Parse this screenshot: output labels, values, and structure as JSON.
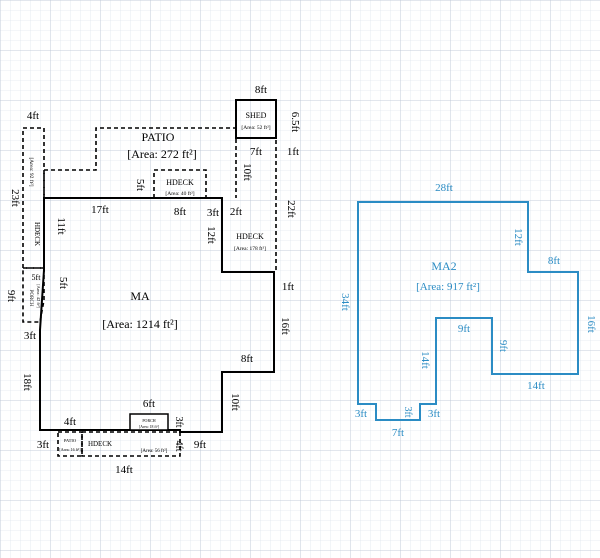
{
  "colors": {
    "grid_minor": "#d6dde8",
    "grid_major": "#b8c3d3",
    "wall": "#000000",
    "ma2": "#2b8cc4"
  },
  "rooms": {
    "ma": {
      "name": "MA",
      "area": "[Area: 1214 ft²]"
    },
    "patio": {
      "name": "PATIO",
      "area": "[Area: 272 ft²]"
    },
    "shed": {
      "name": "SHED",
      "area": "[Area: 52 ft²]"
    },
    "hdeck_top": {
      "name": "HDECK",
      "area": "[Area: 40 ft²]"
    },
    "hdeck_right": {
      "name": "HDECK",
      "area": "[Area: 178 ft²]"
    },
    "hdeck_left": {
      "name": "HDECK",
      "area": "[Area: 92 ft²]"
    },
    "porch": {
      "name": "PORCH",
      "area": "[Area: 42 ft²]"
    },
    "patio_small": {
      "name": "PATIO",
      "area": "[Area: 16 ft²]"
    },
    "hdeck_bottom": {
      "name": "HDECK",
      "area": "[Area: 56 ft²]"
    },
    "porch_bottom": {
      "name": "PORCH",
      "area": "[Area: 18 ft²]"
    },
    "ma2": {
      "name": "MA2",
      "area": "[Area: 917 ft²]"
    }
  },
  "dims_left": {
    "d_8ft_shed": "8ft",
    "d_6_5ft": "6.5ft",
    "d_7ft": "7ft",
    "d_1ft_a": "1ft",
    "d_10ft_a": "10ft",
    "d_4ft_top": "4ft",
    "d_23ft": "23ft",
    "d_5ft_a": "5ft",
    "d_17ft": "17ft",
    "d_8ft_mid": "8ft",
    "d_3ft_a": "3ft",
    "d_2ft": "2ft",
    "d_22ft": "22ft",
    "d_11ft": "11ft",
    "d_12ft_a": "12ft",
    "d_5ft_b": "5ft",
    "d_5ft_c": "5ft",
    "d_9ft_a": "9ft",
    "d_1ft_b": "1ft",
    "d_3ft_b": "3ft",
    "d_16ft_a": "16ft",
    "d_18ft": "18ft",
    "d_8ft_low": "8ft",
    "d_10ft_b": "10ft",
    "d_6ft": "6ft",
    "d_4ft_bot": "4ft",
    "d_3ft_c": "3ft",
    "d_3ft_d": "3ft",
    "d_4ft_e": "4ft",
    "d_9ft_b": "9ft",
    "d_14ft_a": "14ft"
  },
  "dims_right": {
    "d_28ft": "28ft",
    "d_12ft": "12ft",
    "d_8ft": "8ft",
    "d_34ft": "34ft",
    "d_16ft": "16ft",
    "d_9ft": "9ft",
    "d_9ft_v": "9ft",
    "d_14ft_v": "14ft",
    "d_14ft_h": "14ft",
    "d_3ft_l": "3ft",
    "d_3ft_m": "3ft",
    "d_3ft_r": "3ft",
    "d_7ft": "7ft"
  }
}
